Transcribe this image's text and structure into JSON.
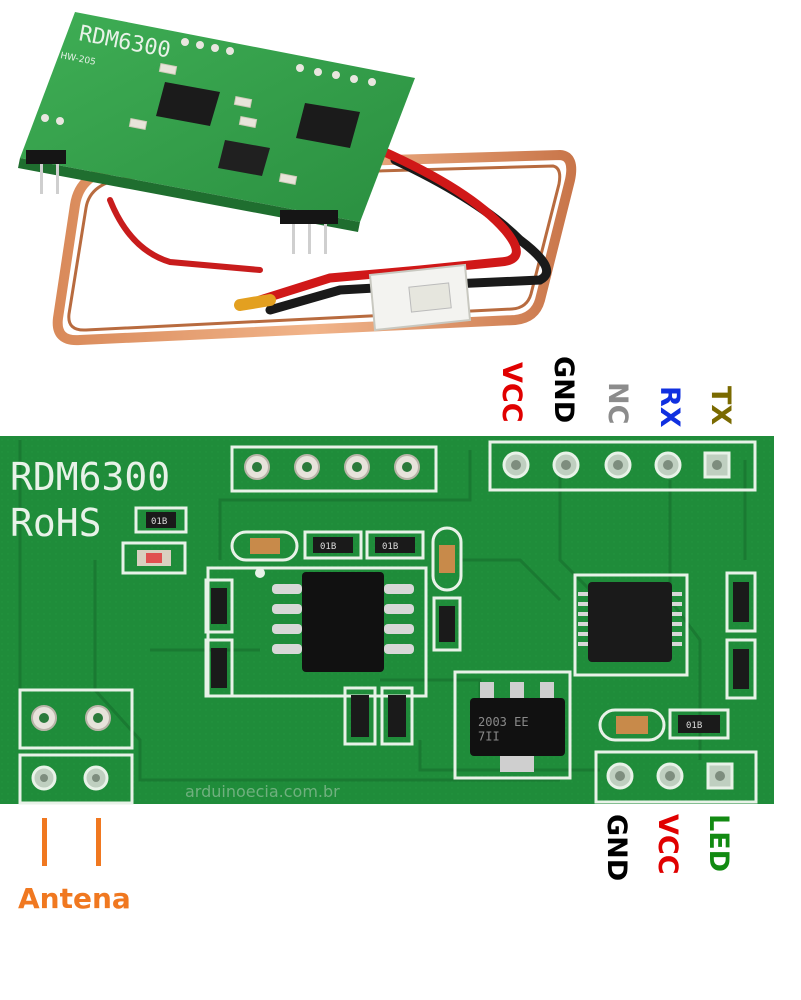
{
  "photo": {
    "board_label": "RDM6300",
    "board_sublabel": "HW-205"
  },
  "board": {
    "model": "RDM6300",
    "rohs": "RoHS",
    "watermark": "arduinoecia.com.br",
    "resistor_code": "01B",
    "transistor_code": "2003 EE\n7II"
  },
  "top_pins": [
    {
      "label": "VCC",
      "color": "#e00000"
    },
    {
      "label": "GND",
      "color": "#000000"
    },
    {
      "label": "NC",
      "color": "#8c8c8c"
    },
    {
      "label": "RX",
      "color": "#1030e0"
    },
    {
      "label": "TX",
      "color": "#7a6a00"
    }
  ],
  "bottom_pins": [
    {
      "label": "GND",
      "color": "#000000"
    },
    {
      "label": "VCC",
      "color": "#e00000"
    },
    {
      "label": "LED",
      "color": "#128a12"
    }
  ],
  "antenna": {
    "label": "Antena",
    "color": "#f07820"
  }
}
